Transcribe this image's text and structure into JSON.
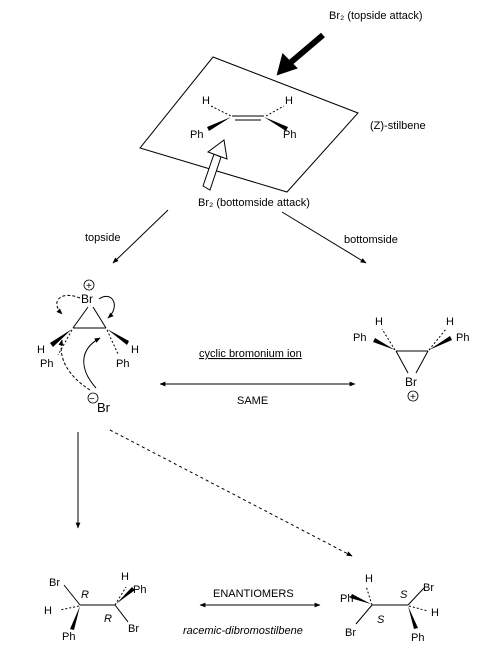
{
  "labels": {
    "br2_topside": "Br₂ (topside attack)",
    "br2_bottomside": "Br₂ (bottomside attack)",
    "z_stilbene": "(Z)-stilbene",
    "topside": "topside",
    "bottomside": "bottomside",
    "cyclic_bromonium_ion": "cyclic bromonium ion",
    "same": "SAME",
    "enantiomers": "ENANTIOMERS",
    "racemic_dibromostilbene": "racemic-dibromostilbene"
  },
  "atoms": {
    "H": "H",
    "Ph": "Ph",
    "Br": "Br",
    "plus": "+",
    "minus": "−",
    "R": "R",
    "S": "S"
  }
}
